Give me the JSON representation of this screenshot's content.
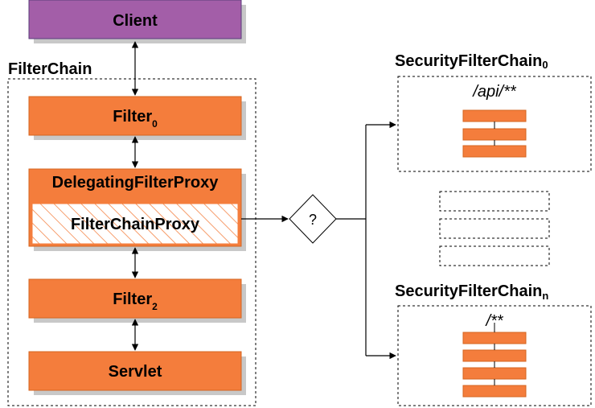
{
  "client": {
    "label": "Client"
  },
  "filter_chain": {
    "label": "FilterChain"
  },
  "filter0": {
    "label": "Filter",
    "sub": "0"
  },
  "delegating": {
    "label": "DelegatingFilterProxy"
  },
  "filter_chain_proxy": {
    "label": "FilterChainProxy"
  },
  "filter2": {
    "label": "Filter",
    "sub": "2"
  },
  "servlet": {
    "label": "Servlet"
  },
  "decision": {
    "label": "?"
  },
  "sfc0": {
    "title": "SecurityFilterChain",
    "sub": "0",
    "pattern": "/api/**"
  },
  "sfcn": {
    "title": "SecurityFilterChain",
    "sub": "n",
    "pattern": "/**"
  },
  "colors": {
    "client_fill": "#a35ea8",
    "client_border": "#5a3d7a",
    "filter_fill": "#f47d3c",
    "filter_border": "#d4651f",
    "shadow": "#c8c8c8"
  }
}
